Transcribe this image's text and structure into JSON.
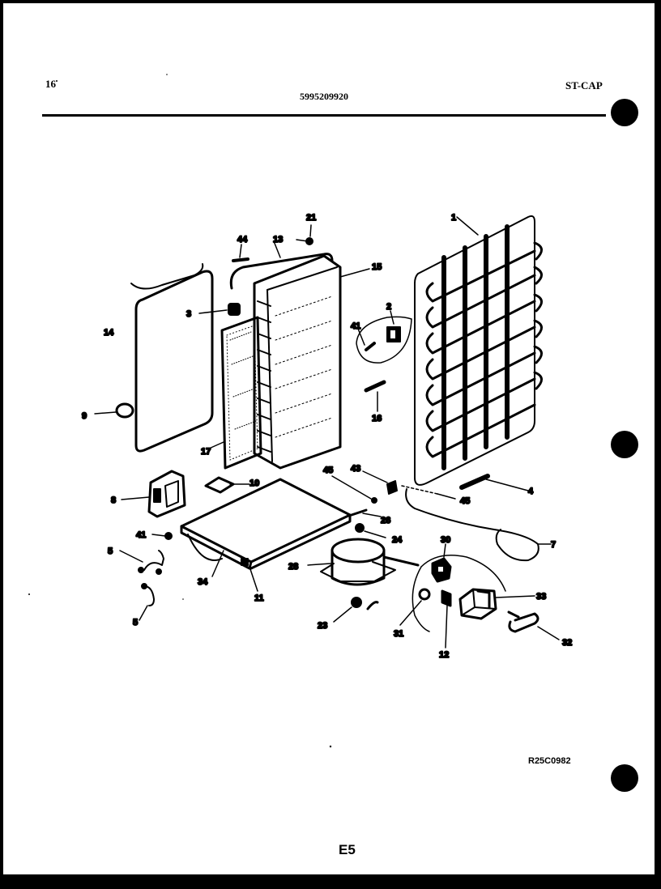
{
  "header": {
    "page_number": "16",
    "model_number": "5995209920",
    "section_code": "ST-CAP"
  },
  "footer": {
    "reference_code": "R25C0982",
    "page_code": "E5"
  },
  "callouts": {
    "c1": "1",
    "c2": "2",
    "c3": "3",
    "c4": "4",
    "c5": "5",
    "c6": "5",
    "c7": "7",
    "c8": "8",
    "c9": "9",
    "c10": "10",
    "c11": "11",
    "c12": "12",
    "c13": "13",
    "c14": "14",
    "c15": "15",
    "c16": "16",
    "c17": "17",
    "c21": "21",
    "c23": "23",
    "c24": "24",
    "c26": "26",
    "c28": "28",
    "c30": "30",
    "c31": "31",
    "c32": "32",
    "c33": "33",
    "c34": "34",
    "c41a": "41",
    "c41b": "41",
    "c43": "43",
    "c44": "44",
    "c45a": "45",
    "c45b": "45"
  }
}
